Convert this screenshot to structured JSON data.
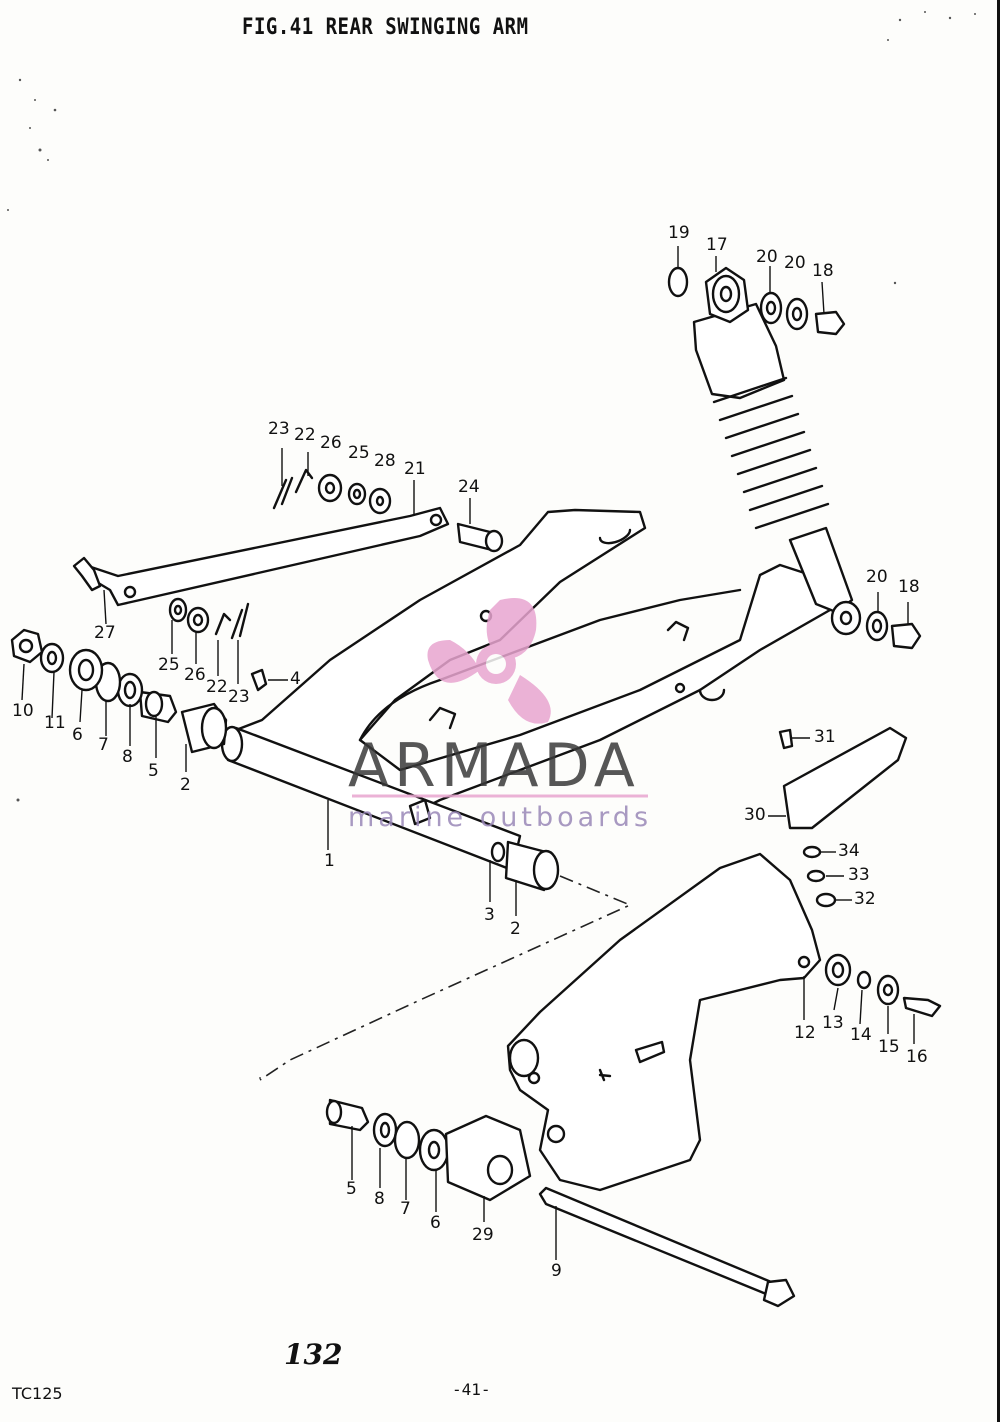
{
  "header": {
    "title": "FIG.41   REAR SWINGING ARM"
  },
  "footer": {
    "model": "TC125",
    "page": "-41-",
    "handwritten": "132"
  },
  "watermark": {
    "brand": "ARMADA",
    "tagline": "marine outboards",
    "color": "#e8a5d0"
  },
  "callouts": [
    "19",
    "17",
    "20",
    "20",
    "18",
    "23",
    "22",
    "26",
    "25",
    "28",
    "21",
    "24",
    "27",
    "25",
    "26",
    "22",
    "23",
    "4",
    "10",
    "11",
    "6",
    "7",
    "8",
    "5",
    "2",
    "1",
    "3",
    "2",
    "20",
    "18",
    "31",
    "30",
    "34",
    "33",
    "32",
    "12",
    "13",
    "14",
    "15",
    "16",
    "5",
    "8",
    "7",
    "6",
    "29",
    "9"
  ]
}
